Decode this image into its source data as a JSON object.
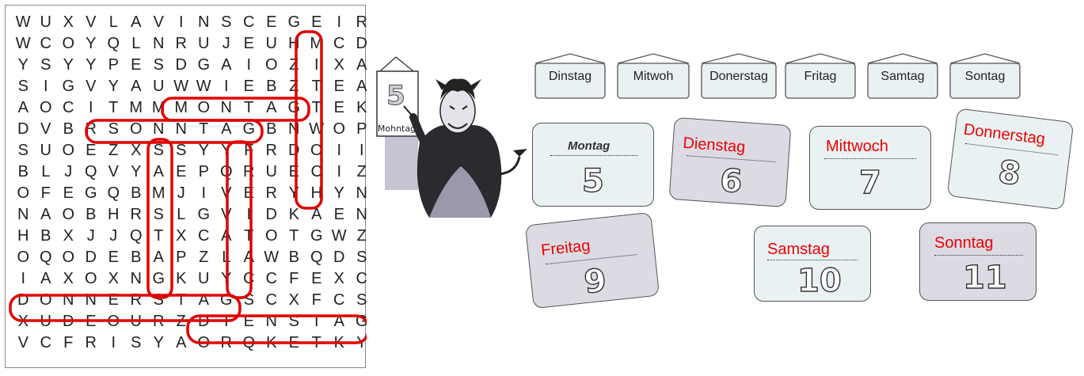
{
  "puzzle": {
    "rows": [
      "WUXVLAVINSCEGEIR",
      "WCOYQLNRUJEUHMCD",
      "YSYYPESDGAIOZIXA",
      "SIGVYAUWWIEBZTEA",
      "AOCITMMMONTAGTEK",
      "DVBRSONNTAGBNWOP",
      "SUOEZXSSYYFRDOII",
      "BLJQVYAEPQRUECIZ",
      "OFEGQBMJIVERYHYN",
      "NAOBHRSLGVIDKAEN",
      "HBXJJQTXCATOTGWZ",
      "OQODEBAPZLAWBQDS",
      "IAXOXNGKUYCCFEXC",
      "DONNERSTAGSCXFCS",
      "XUDEOURZDIENSTAG",
      "VCFRISYAORQKETKY"
    ]
  },
  "poster": {
    "number": "5",
    "word": "Mohntag"
  },
  "tabs": [
    {
      "label": "Dinstag"
    },
    {
      "label": "Mitwoh"
    },
    {
      "label": "Donerstag"
    },
    {
      "label": "Fritag"
    },
    {
      "label": "Samtag"
    },
    {
      "label": "Sontag"
    }
  ],
  "cards": [
    {
      "word": "Montag",
      "number": "5"
    },
    {
      "word": "Dienstag",
      "number": "6"
    },
    {
      "word": "Mittwoch",
      "number": "7"
    },
    {
      "word": "Donnerstag",
      "number": "8"
    },
    {
      "word": "Freitag",
      "number": "9"
    },
    {
      "word": "Samstag",
      "number": "10"
    },
    {
      "word": "Sonntag",
      "number": "11"
    }
  ],
  "colors": {
    "marker": "#e00000",
    "card_light": "#e9f1f3",
    "card_dark": "#dcdbe3"
  }
}
